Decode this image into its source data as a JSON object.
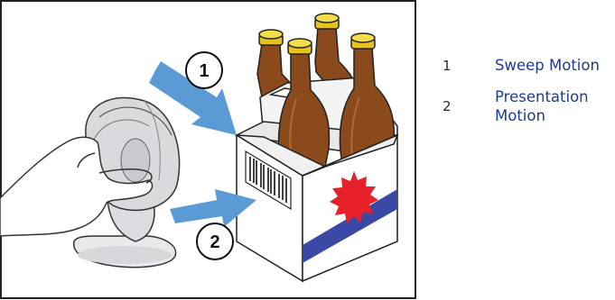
{
  "figure": {
    "callouts": [
      "1",
      "2"
    ]
  },
  "legend": {
    "items": [
      {
        "number": "1",
        "label": "Sweep Motion"
      },
      {
        "number": "2",
        "label": "Presentation Motion"
      }
    ]
  },
  "colors": {
    "arrow_blue": "#5b9bd5",
    "bottle_brown": "#8a4a1c",
    "cap_gold": "#e6c21c",
    "label_navy": "#3a49a6",
    "seal_red": "#e8202a",
    "legend_text": "#1f3a96"
  }
}
